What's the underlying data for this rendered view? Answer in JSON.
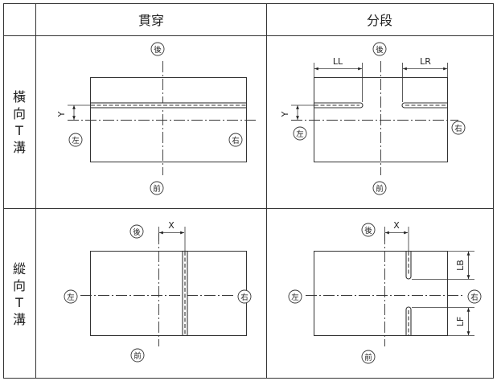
{
  "headers": {
    "col1": "貫穿",
    "col2": "分段"
  },
  "rows": {
    "transverse": [
      "橫",
      "向",
      "T",
      "溝"
    ],
    "longitudinal": [
      "縱",
      "向",
      "T",
      "溝"
    ]
  },
  "directions": {
    "rear": "後",
    "front": "前",
    "left": "左",
    "right": "右"
  },
  "dimensions": {
    "y": "Y",
    "x": "X",
    "ll": "LL",
    "lr": "LR",
    "lb": "LB",
    "lf": "LF"
  }
}
